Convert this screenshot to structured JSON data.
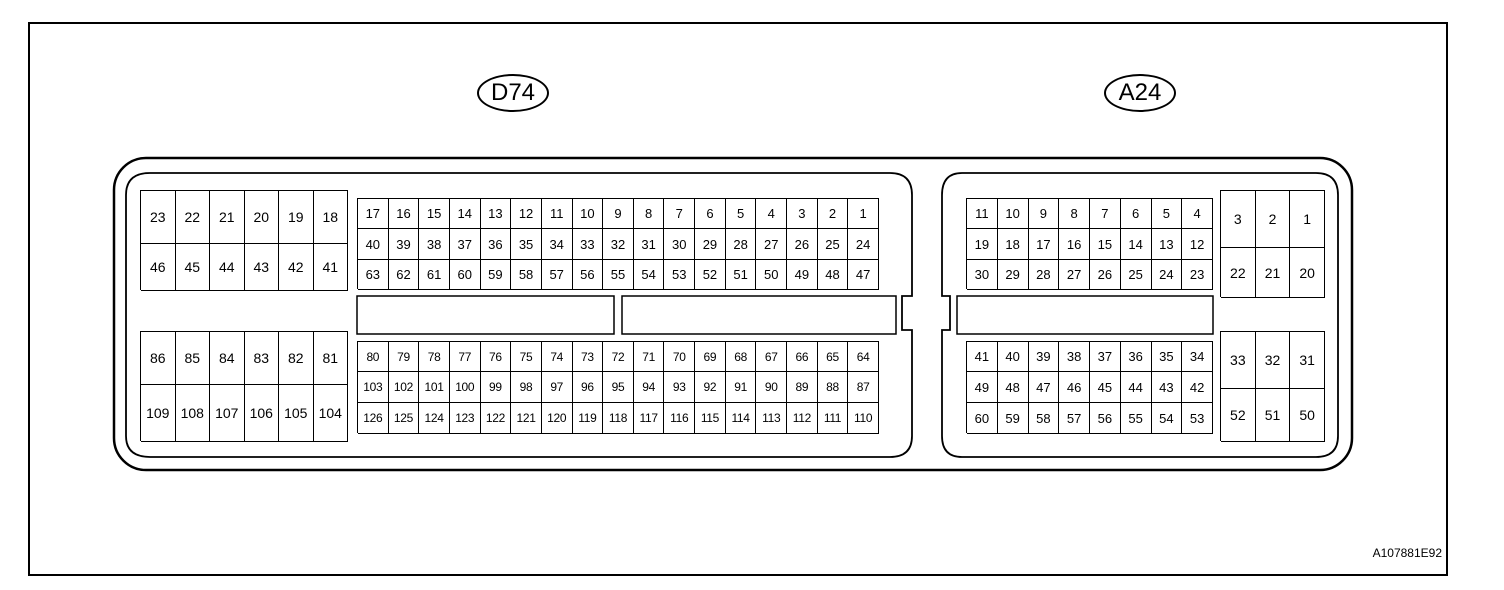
{
  "connectors": {
    "d74": {
      "label": "D74",
      "left_block": {
        "rows": [
          [
            "23",
            "22",
            "21",
            "20",
            "19",
            "18"
          ],
          [
            "46",
            "45",
            "44",
            "43",
            "42",
            "41"
          ]
        ]
      },
      "top_grid": {
        "rows": [
          [
            "17",
            "16",
            "15",
            "14",
            "13",
            "12",
            "11",
            "10",
            "9",
            "8",
            "7",
            "6",
            "5",
            "4",
            "3",
            "2",
            "1"
          ],
          [
            "40",
            "39",
            "38",
            "37",
            "36",
            "35",
            "34",
            "33",
            "32",
            "31",
            "30",
            "29",
            "28",
            "27",
            "26",
            "25",
            "24"
          ],
          [
            "63",
            "62",
            "61",
            "60",
            "59",
            "58",
            "57",
            "56",
            "55",
            "54",
            "53",
            "52",
            "51",
            "50",
            "49",
            "48",
            "47"
          ]
        ]
      },
      "bottom_left_block": {
        "rows": [
          [
            "86",
            "85",
            "84",
            "83",
            "82",
            "81"
          ],
          [
            "109",
            "108",
            "107",
            "106",
            "105",
            "104"
          ]
        ]
      },
      "bottom_grid": {
        "rows": [
          [
            "80",
            "79",
            "78",
            "77",
            "76",
            "75",
            "74",
            "73",
            "72",
            "71",
            "70",
            "69",
            "68",
            "67",
            "66",
            "65",
            "64"
          ],
          [
            "103",
            "102",
            "101",
            "100",
            "99",
            "98",
            "97",
            "96",
            "95",
            "94",
            "93",
            "92",
            "91",
            "90",
            "89",
            "88",
            "87"
          ],
          [
            "126",
            "125",
            "124",
            "123",
            "122",
            "121",
            "120",
            "119",
            "118",
            "117",
            "116",
            "115",
            "114",
            "113",
            "112",
            "111",
            "110"
          ]
        ]
      }
    },
    "a24": {
      "label": "A24",
      "top_grid": {
        "rows": [
          [
            "11",
            "10",
            "9",
            "8",
            "7",
            "6",
            "5",
            "4"
          ],
          [
            "19",
            "18",
            "17",
            "16",
            "15",
            "14",
            "13",
            "12"
          ],
          [
            "30",
            "29",
            "28",
            "27",
            "26",
            "25",
            "24",
            "23"
          ]
        ]
      },
      "top_right_block": {
        "rows": [
          [
            "3",
            "2",
            "1"
          ],
          [
            "22",
            "21",
            "20"
          ]
        ]
      },
      "bottom_grid": {
        "rows": [
          [
            "41",
            "40",
            "39",
            "38",
            "37",
            "36",
            "35",
            "34"
          ],
          [
            "49",
            "48",
            "47",
            "46",
            "45",
            "44",
            "43",
            "42"
          ],
          [
            "60",
            "59",
            "58",
            "57",
            "56",
            "55",
            "54",
            "53"
          ]
        ]
      },
      "bottom_right_block": {
        "rows": [
          [
            "33",
            "32",
            "31"
          ],
          [
            "52",
            "51",
            "50"
          ]
        ]
      }
    }
  },
  "figure_code": "A107881E92"
}
